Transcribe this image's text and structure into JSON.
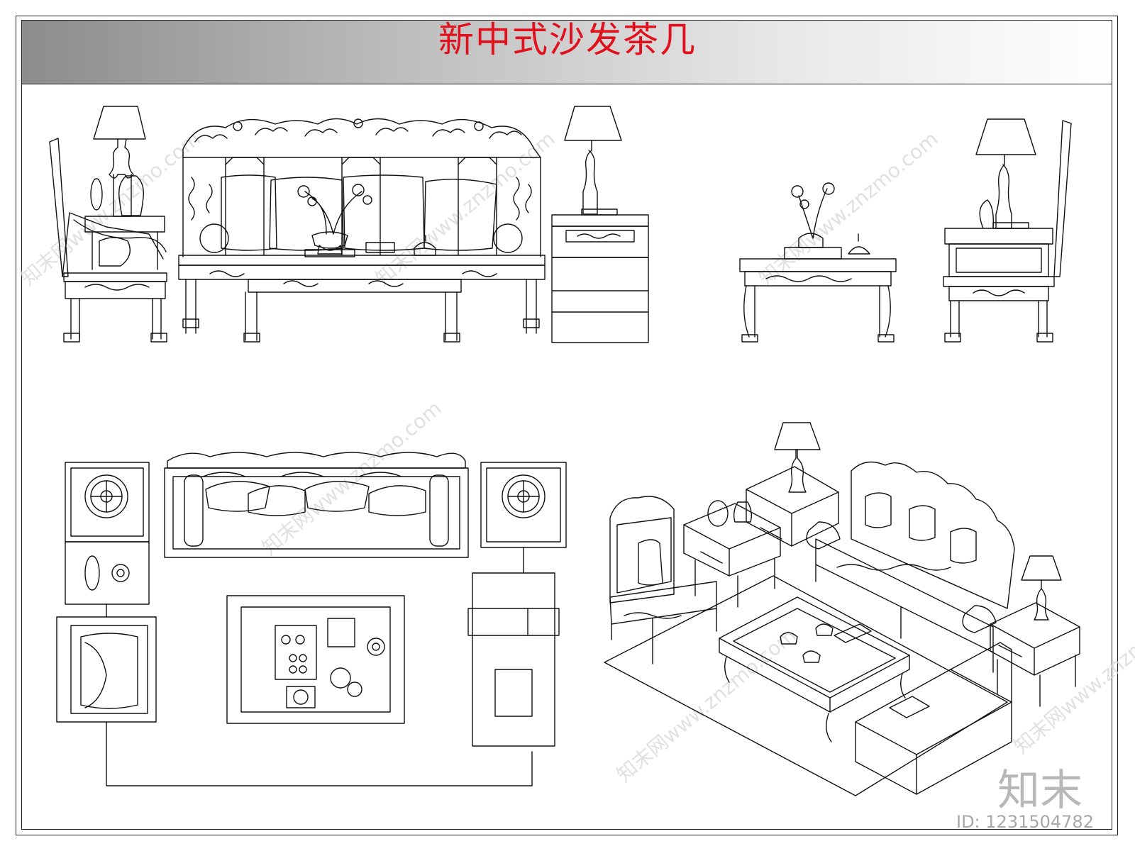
{
  "header": {
    "title": "新中式沙发茶几"
  },
  "brand": {
    "logo_text": "知末",
    "image_id": "ID: 1231504782"
  },
  "watermark": {
    "text": "知末网www.znzmo.com"
  },
  "colors": {
    "title": "#e0101c",
    "line": "#111111",
    "watermark": "#d9d9d9"
  }
}
